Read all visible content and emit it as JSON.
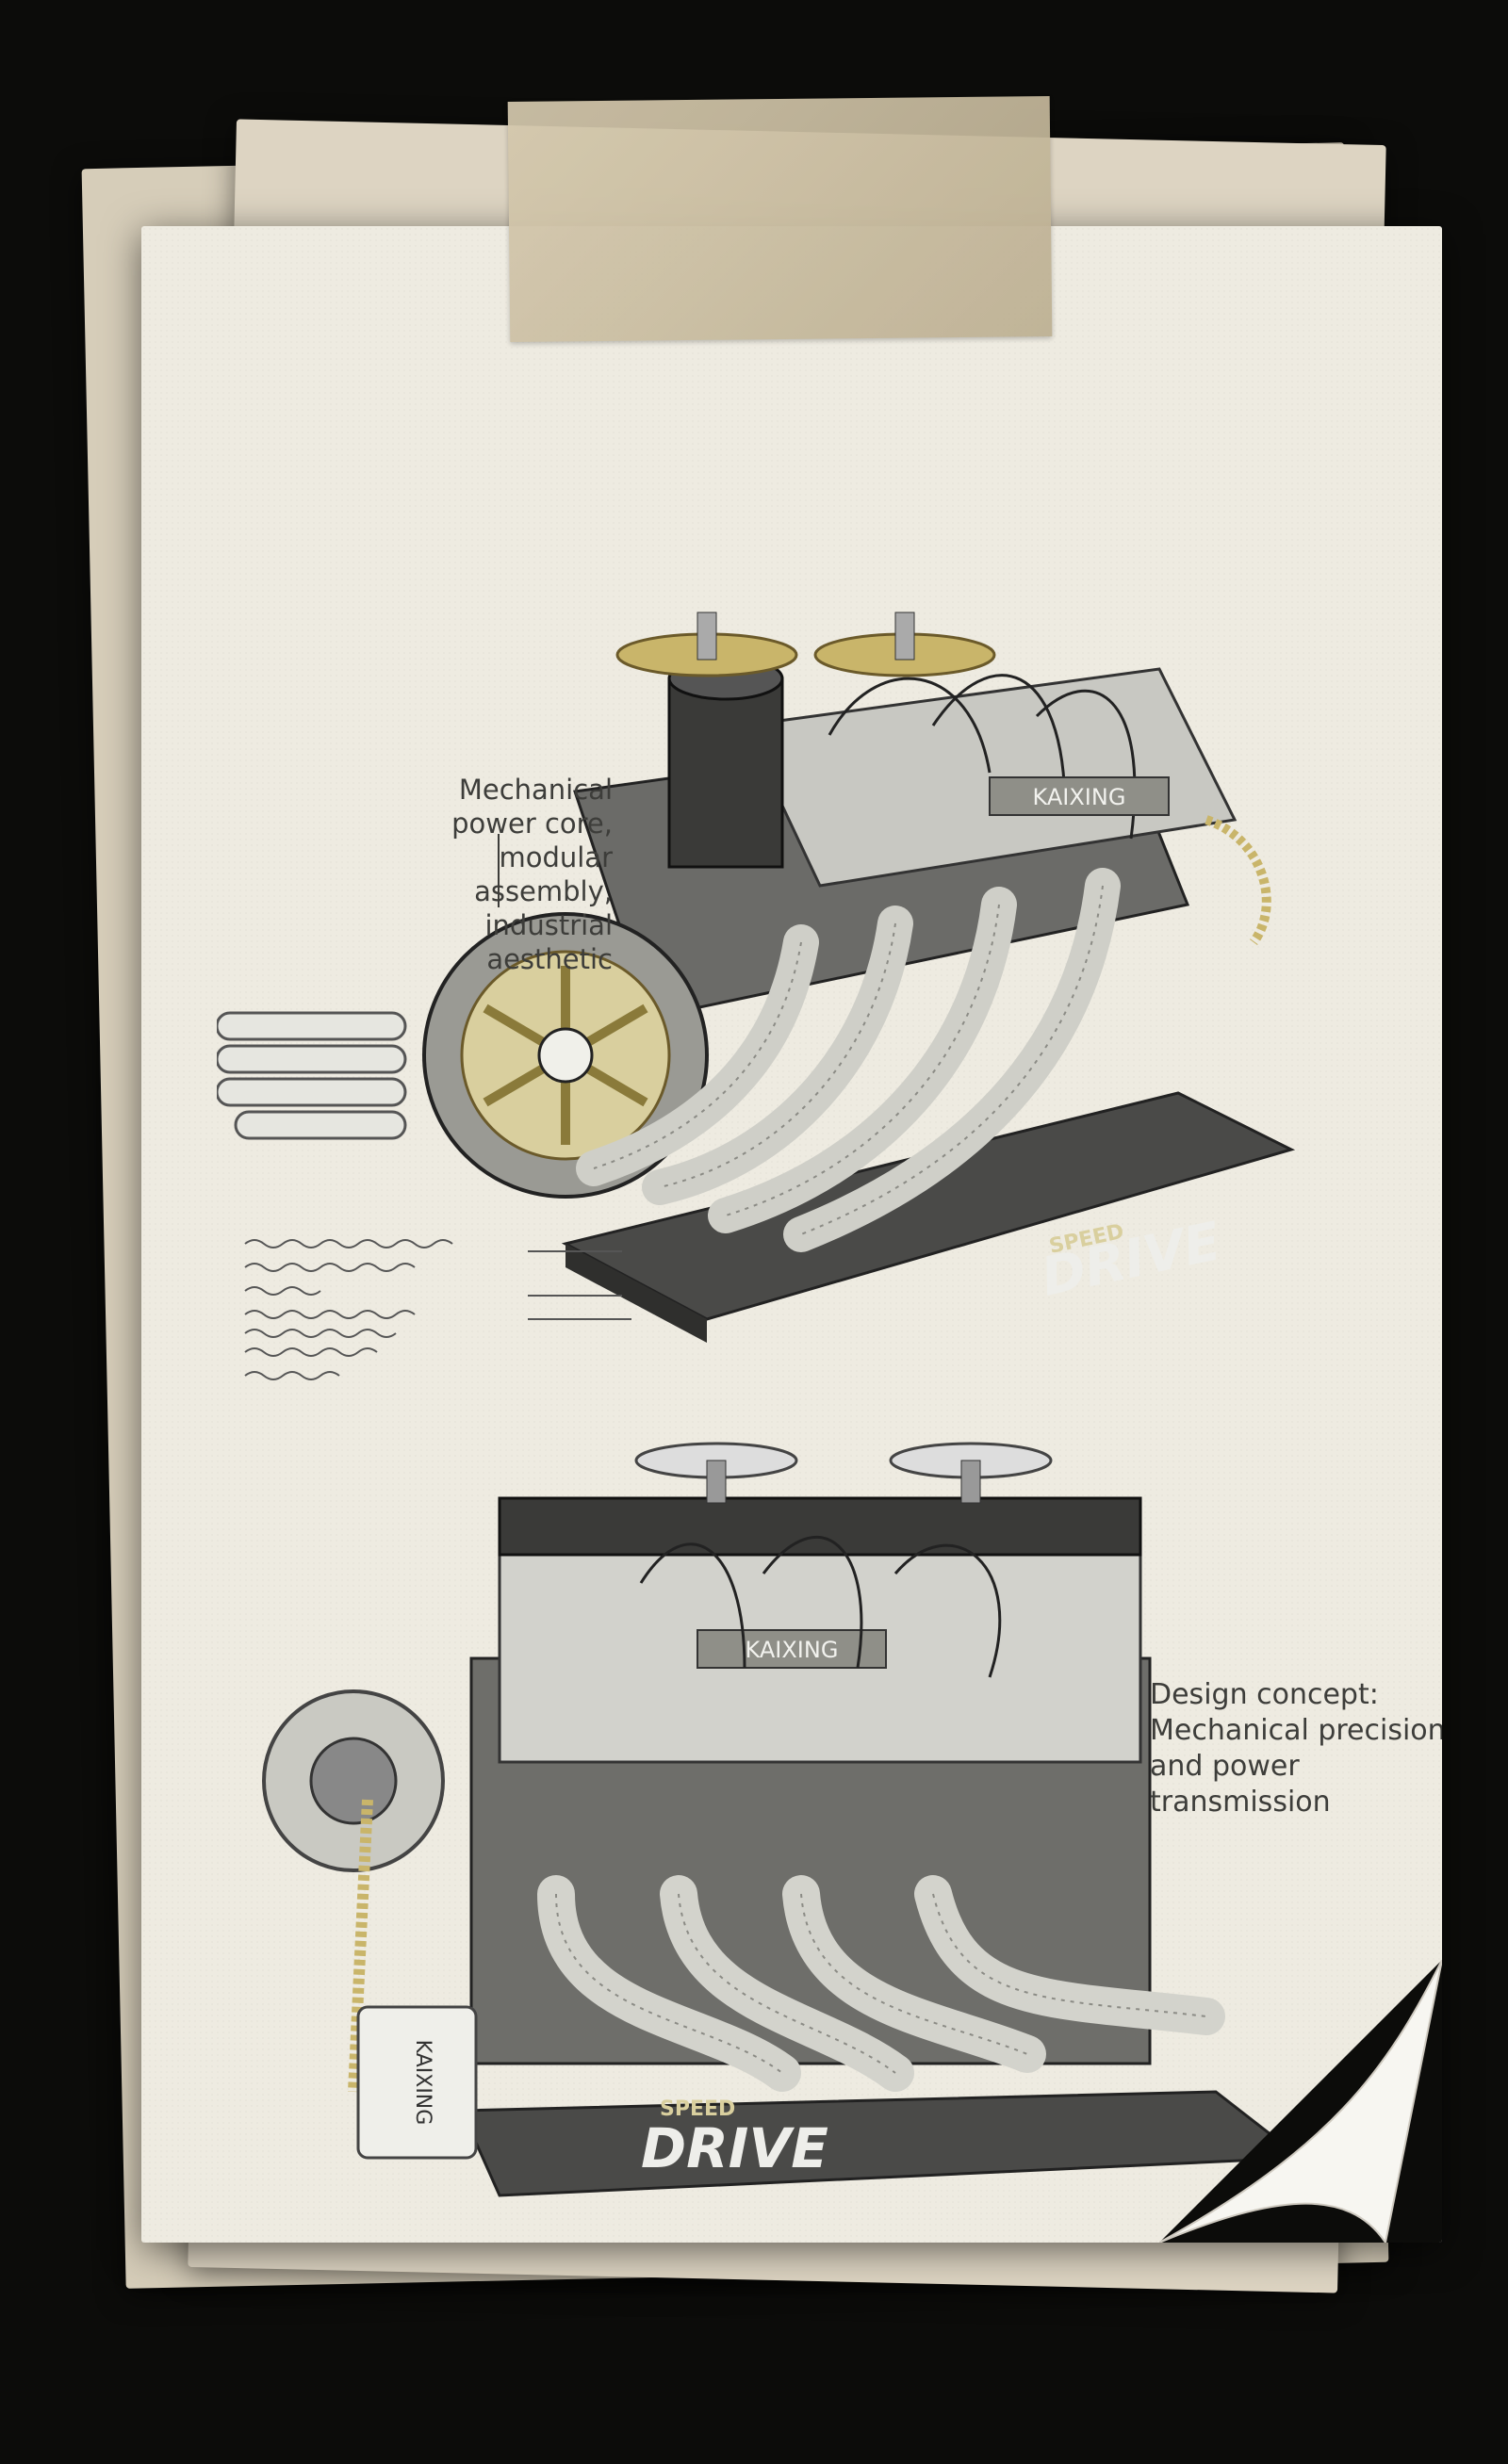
{
  "annotations": {
    "top_note": [
      "Mechanical",
      "power core,",
      "modular assembly,",
      "industrial aesthetic"
    ],
    "bottom_note": [
      "Design concept:",
      "Mechanical precision",
      "and power transmission"
    ]
  },
  "engine_top": {
    "brand": "KAIXING",
    "badge_small": "SPEED",
    "badge_large": "DRIVE"
  },
  "engine_bottom": {
    "brand": "KAIXING",
    "cylinder_brand": "KAIXING",
    "badge_small": "SPEED",
    "badge_large": "DRIVE"
  },
  "colors": {
    "background": "#0c0c0a",
    "paper": "#eeebe1",
    "tape": "#cdbf9f",
    "accent_gold": "#c9b56a",
    "ink": "#3d3d3a"
  }
}
